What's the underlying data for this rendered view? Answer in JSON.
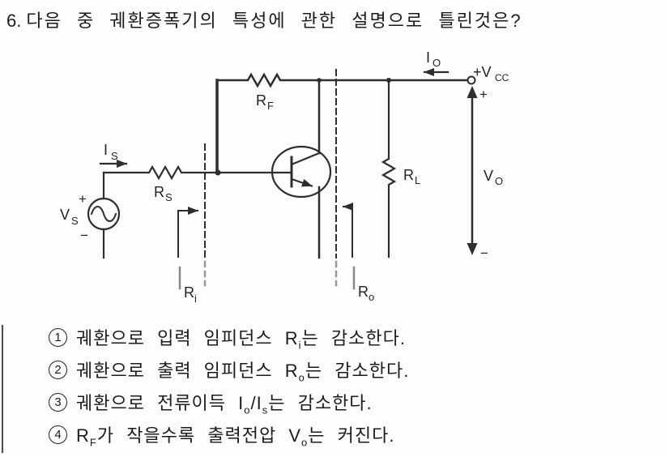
{
  "question": {
    "number": "6.",
    "text": "다음 중 궤환증폭기의 특성에 관한 설명으로 틀린것은?"
  },
  "circuit": {
    "labels": {
      "is": [
        "I",
        "S"
      ],
      "rs": [
        "R",
        "S"
      ],
      "vs": [
        "V",
        "S"
      ],
      "rf": [
        "R",
        "F"
      ],
      "io": [
        "I",
        "O"
      ],
      "vcc": [
        "+V",
        "CC"
      ],
      "rl": [
        "R",
        "L"
      ],
      "vo": [
        "V",
        "O"
      ],
      "ri": [
        "R",
        "i"
      ],
      "ro": [
        "R",
        "o"
      ],
      "vs_plus": "+",
      "vs_minus": "−",
      "vo_plus": "+",
      "vo_minus": "−"
    },
    "line_color": "#2e2e2e"
  },
  "options": [
    {
      "num": "1",
      "segments": [
        {
          "t": "궤환으로 입력 임피던스 R"
        },
        {
          "s": "i"
        },
        {
          "t": "는 감소한다."
        }
      ]
    },
    {
      "num": "2",
      "segments": [
        {
          "t": "궤환으로 출력 임피던스 R"
        },
        {
          "s": "o"
        },
        {
          "t": "는 감소한다."
        }
      ]
    },
    {
      "num": "3",
      "segments": [
        {
          "t": "궤환으로 전류이득 I"
        },
        {
          "s": "o"
        },
        {
          "t": "/I"
        },
        {
          "s": "s"
        },
        {
          "t": "는 감소한다."
        }
      ]
    },
    {
      "num": "4",
      "segments": [
        {
          "t": "R"
        },
        {
          "s": "F"
        },
        {
          "t": "가 작을수록 출력전압 V"
        },
        {
          "s": "o"
        },
        {
          "t": "는 커진다."
        }
      ]
    }
  ]
}
